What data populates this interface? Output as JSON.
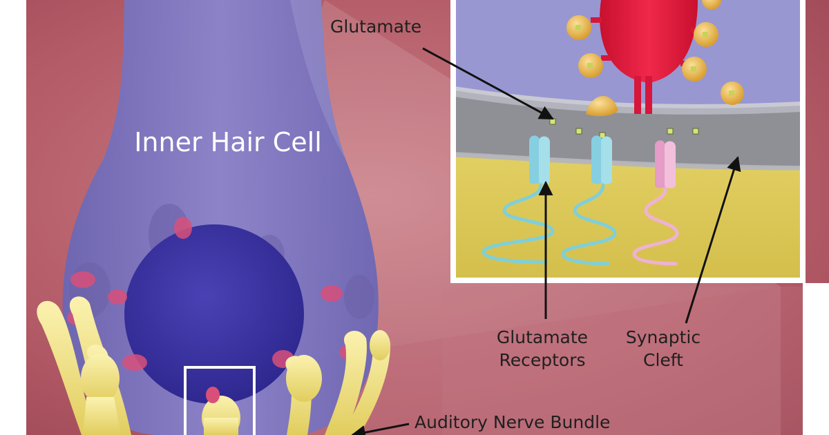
{
  "labels": {
    "inner_hair_cell": "Inner Hair Cell",
    "glutamate": "Glutamate",
    "glutamate_receptors": "Glutamate\nReceptors",
    "synaptic_cleft": "Synaptic\nCleft",
    "auditory_nerve_bundle": "Auditory Nerve Bundle"
  },
  "colors": {
    "tissue_background": "#b9606b",
    "hair_cell": "#7f79c4",
    "nucleus": "#3f36a6",
    "nerve_endings": "#f1e38a",
    "ribbon": "#e01a3c",
    "vesicle": "#e8b84a",
    "cleft": "#8f8f96",
    "postsynaptic": "#d9c552",
    "receptor_blue": "#86cfe1",
    "receptor_pink": "#efb2d4"
  }
}
